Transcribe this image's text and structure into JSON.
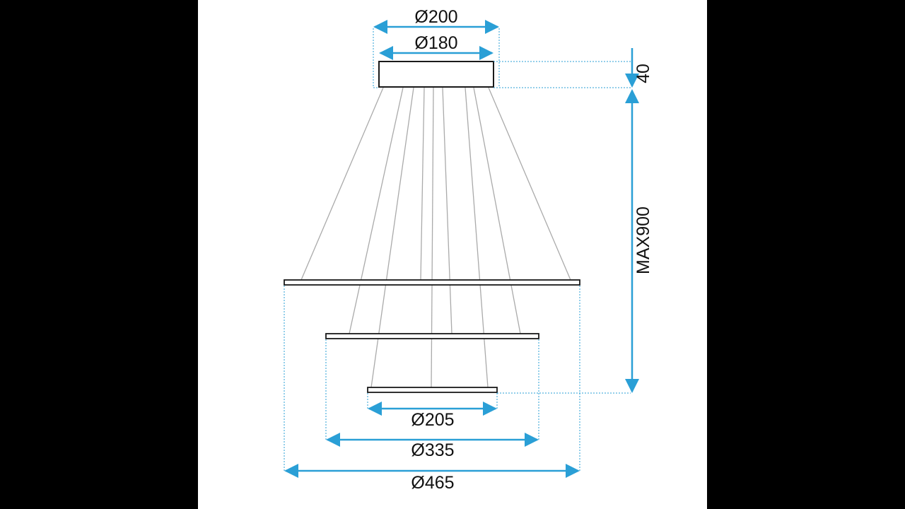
{
  "colors": {
    "background": "#000000",
    "panel": "#ffffff",
    "dimension": "#2a9fd6",
    "outline": "#1a1a1a",
    "wire": "#aaaaaa",
    "guide": "#2a9fd6"
  },
  "dimensions": {
    "canopy_outer": "Ø200",
    "canopy_inner": "Ø180",
    "canopy_height": "40",
    "drop_max": "MAX900",
    "ring_small": "Ø205",
    "ring_medium": "Ø335",
    "ring_large": "Ø465"
  }
}
